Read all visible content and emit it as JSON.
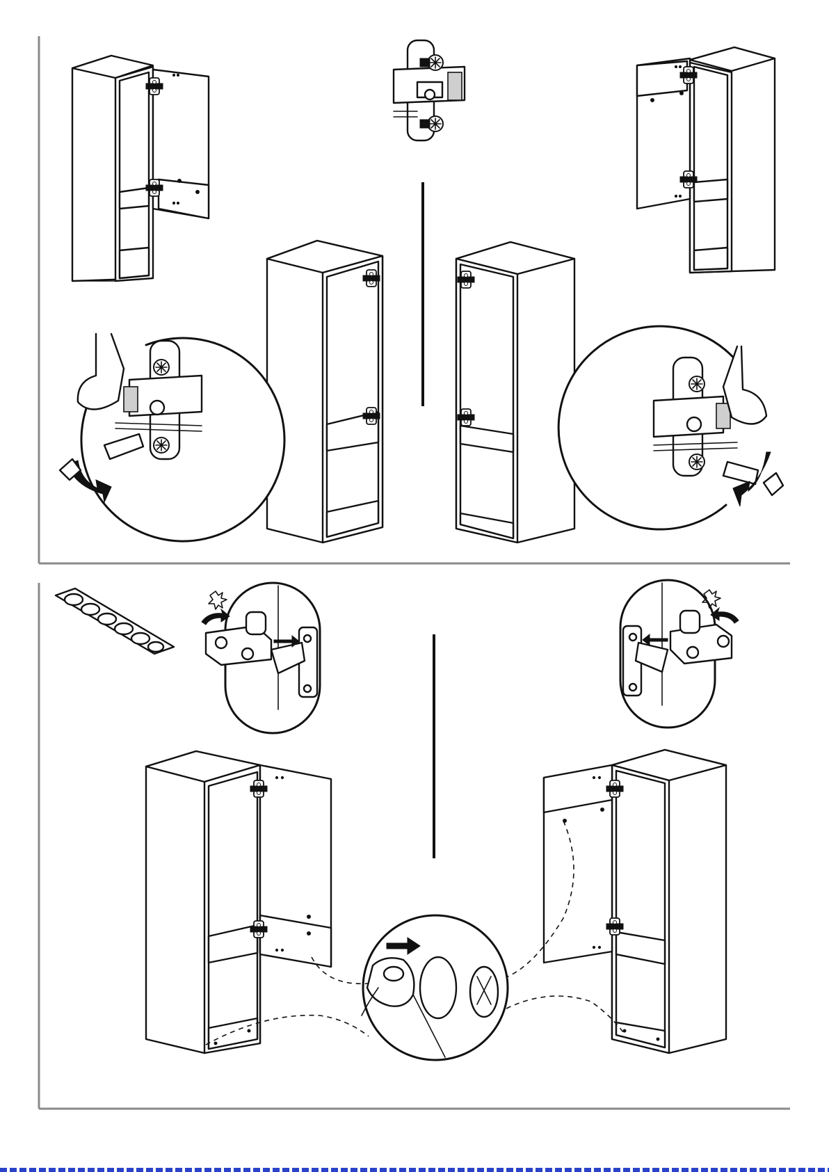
{
  "document": {
    "type": "assembly-instructions-page",
    "text_labels": [],
    "steps": [
      {
        "name": "mount-hinge-plate-and-adjust",
        "panels": [
          "left-door-hinged-cabinet",
          "hinge-plate",
          "right-door-hinged-cabinet"
        ]
      },
      {
        "name": "attach-door-and-bumpers",
        "panels": [
          "bumper-strip",
          "hinge-clip-detail-left",
          "hinge-clip-detail-right",
          "left-cabinet-open-door",
          "right-cabinet-open-door",
          "bumper-detail"
        ]
      }
    ]
  },
  "colors": {
    "line": "#111111",
    "frame": "#8a8a8a",
    "background": "#ffffff",
    "strip": "#2a43c9"
  }
}
